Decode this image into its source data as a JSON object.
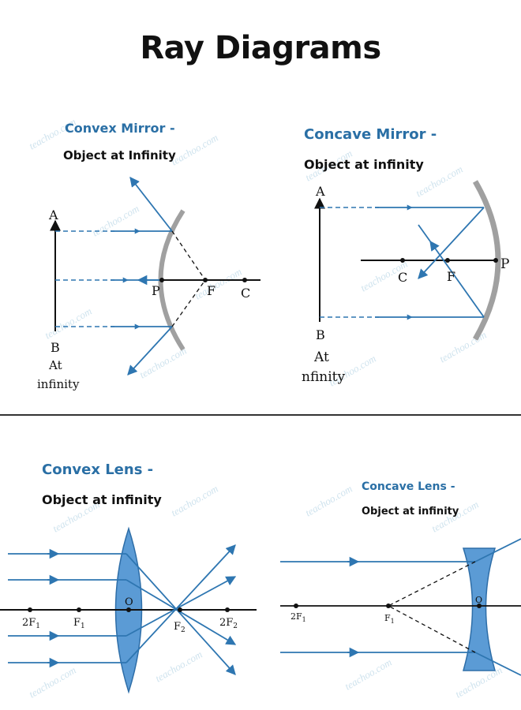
{
  "title": "Ray Diagrams",
  "watermark": "teachoo.com",
  "colors": {
    "ray": "#2e76b1",
    "mirror": "#a0a0a0",
    "lens_fill": "#5b9bd5",
    "heading": "#2a6fa5"
  },
  "convex_mirror": {
    "heading": "Convex Mirror -",
    "subheading": "Object at Infinity",
    "labels": {
      "a": "A",
      "b": "B",
      "p": "P",
      "f": "F",
      "c": "C",
      "at": "At",
      "infinity": "infinity"
    }
  },
  "concave_mirror": {
    "heading": "Concave Mirror -",
    "subheading": "Object at infinity",
    "labels": {
      "a": "A",
      "b": "B",
      "p": "P",
      "f": "F",
      "c": "C",
      "at": "At",
      "infinity": "nfinity"
    }
  },
  "convex_lens": {
    "heading": "Convex Lens -",
    "subheading": "Object at infinity",
    "labels": {
      "o": "O",
      "twof1": "2F",
      "f1": "F",
      "f2": "F",
      "twof2": "2F",
      "sub1": "1",
      "sub2": "2"
    }
  },
  "concave_lens": {
    "heading": "Concave Lens -",
    "subheading": "Object at infinity",
    "labels": {
      "o": "O",
      "twof1": "2F",
      "f1": "F",
      "sub1": "1"
    }
  }
}
